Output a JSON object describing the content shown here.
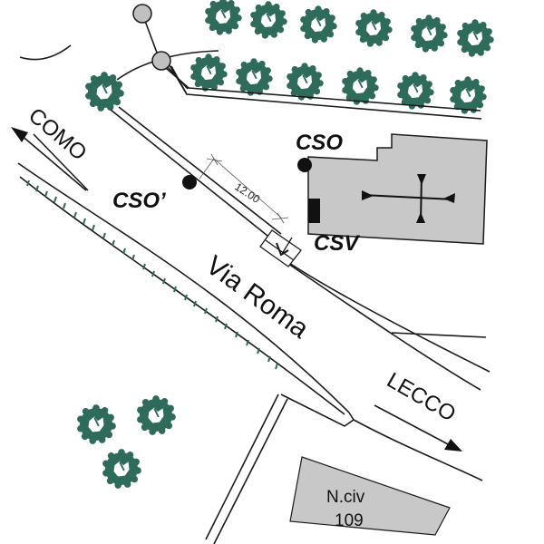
{
  "map": {
    "labels": {
      "cso": "CSO",
      "cso_prime": "CSO’",
      "csv": "CSV",
      "road_name": "Via Roma",
      "direction_west": "COMO",
      "direction_east": "LECCO",
      "dimension": "12.00",
      "house_number_prefix": "N.civ",
      "house_number": "109"
    },
    "colors": {
      "tree": "#2e6b5a",
      "building": "#c8c8c8",
      "node": "#c0c0c0",
      "line": "#1a1a1a",
      "marker": "#111111"
    },
    "legend_symbols": {
      "cso_marker": "filled-circle",
      "cso_prime_marker": "filled-circle",
      "csv_marker": "filled-rectangle",
      "building_axes": "cross-arrows-icon",
      "manhole": "box-arrow-icon"
    }
  }
}
